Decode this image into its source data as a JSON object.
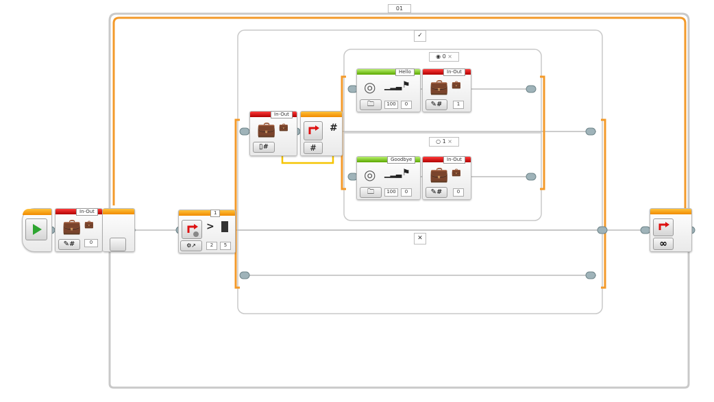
{
  "loop": {
    "name": "01",
    "mode_symbol": "∞"
  },
  "start_block": {
    "label": "",
    "var_name": "In-Out",
    "value": "0"
  },
  "compare_block": {
    "header": "1",
    "operator": ">",
    "a": "2",
    "b": "5"
  },
  "switch": {
    "true_symbol": "✓",
    "false_symbol": "✕"
  },
  "inner_var": {
    "name": "In-Out"
  },
  "inner_switch": {
    "case0": {
      "value": "0"
    },
    "case1": {
      "value": "1"
    }
  },
  "sound_top": {
    "file": "Hello",
    "volume": "100",
    "play_type": "0"
  },
  "sound_bottom": {
    "file": "Goodbye",
    "volume": "100",
    "play_type": "0"
  },
  "var_top": {
    "name": "In-Out",
    "value": "1"
  },
  "var_bottom": {
    "name": "In-Out",
    "value": "0"
  },
  "numeric_symbol": "#",
  "colors": {
    "flow": "#f39a2a",
    "data_yellow": "#f5c400",
    "frame": "#c8c8c8"
  }
}
